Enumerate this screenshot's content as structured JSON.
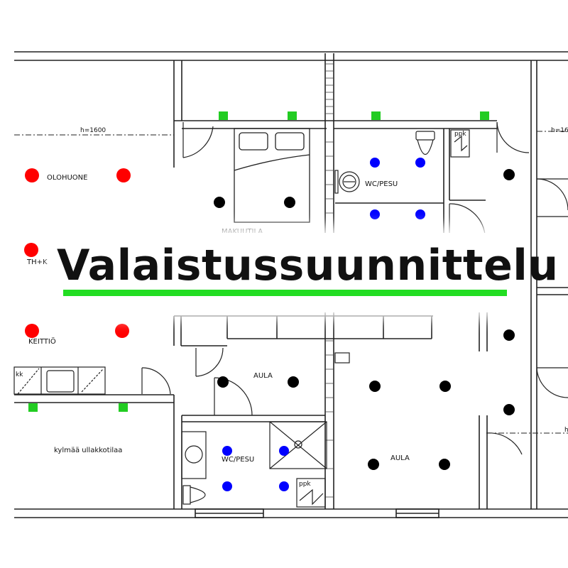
{
  "title": "Valaistussuunnittelu",
  "accent_color": "#22dd22",
  "rooms": {
    "olohuone": "OLOHUONE",
    "makuutila": "MAKUUTILA",
    "keittio": "KEITTIÖ",
    "wc_pesu_top": "WC/PESU",
    "wc_pesu_bottom": "WC/PESU",
    "aula_left": "AULA",
    "aula_right": "AULA",
    "kylma_ullakko": "kylmää ullakkotilaa",
    "th": "TH+K",
    "ppk_top": "ppk",
    "ppk_bottom": "ppk",
    "kaappi": "kk"
  },
  "heights": {
    "left": "h=1600",
    "right": "h=16",
    "right_low": "h"
  },
  "legend_colors": {
    "red_light": "#ff0000",
    "black_light": "#000000",
    "blue_light": "#0000ff",
    "green_marker": "#22cc22"
  }
}
